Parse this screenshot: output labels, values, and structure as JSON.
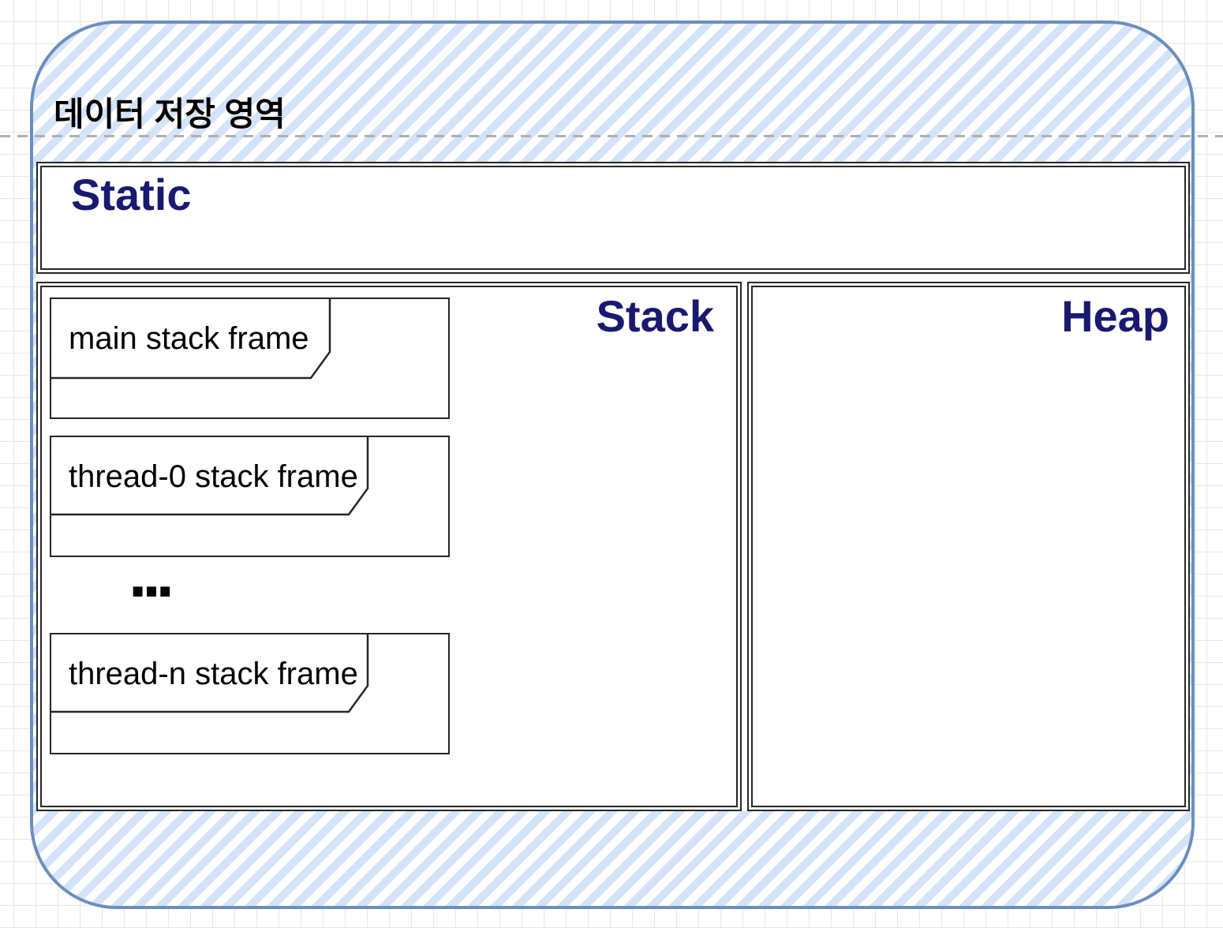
{
  "diagram": {
    "title": "데이터 저장 영역",
    "regions": {
      "static": {
        "label": "Static"
      },
      "stack": {
        "label": "Stack",
        "frames": [
          {
            "label": "main stack frame"
          },
          {
            "label": "thread-0 stack frame"
          },
          {
            "label": "thread-n stack frame"
          }
        ],
        "ellipsis": "..."
      },
      "heap": {
        "label": "Heap"
      }
    },
    "colors": {
      "hatch_fill": "#d4e3f8",
      "container_border": "#6c8ebf",
      "box_border": "#262626",
      "region_title_text": "#191970",
      "label_text": "#000000",
      "dashed_line": "#b0b0b0",
      "grid_line": "#e7e7e7"
    }
  }
}
